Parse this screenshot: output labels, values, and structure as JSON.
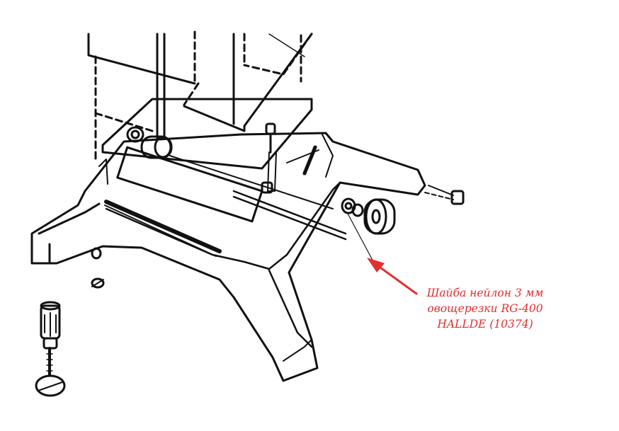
{
  "callout": {
    "lines": [
      "Шайба нейлон 3 мм",
      "овощерезки RG-400",
      "HALLDE (10374)"
    ],
    "color": "#e03030"
  },
  "colors": {
    "line": "#111111",
    "background": "#ffffff"
  }
}
